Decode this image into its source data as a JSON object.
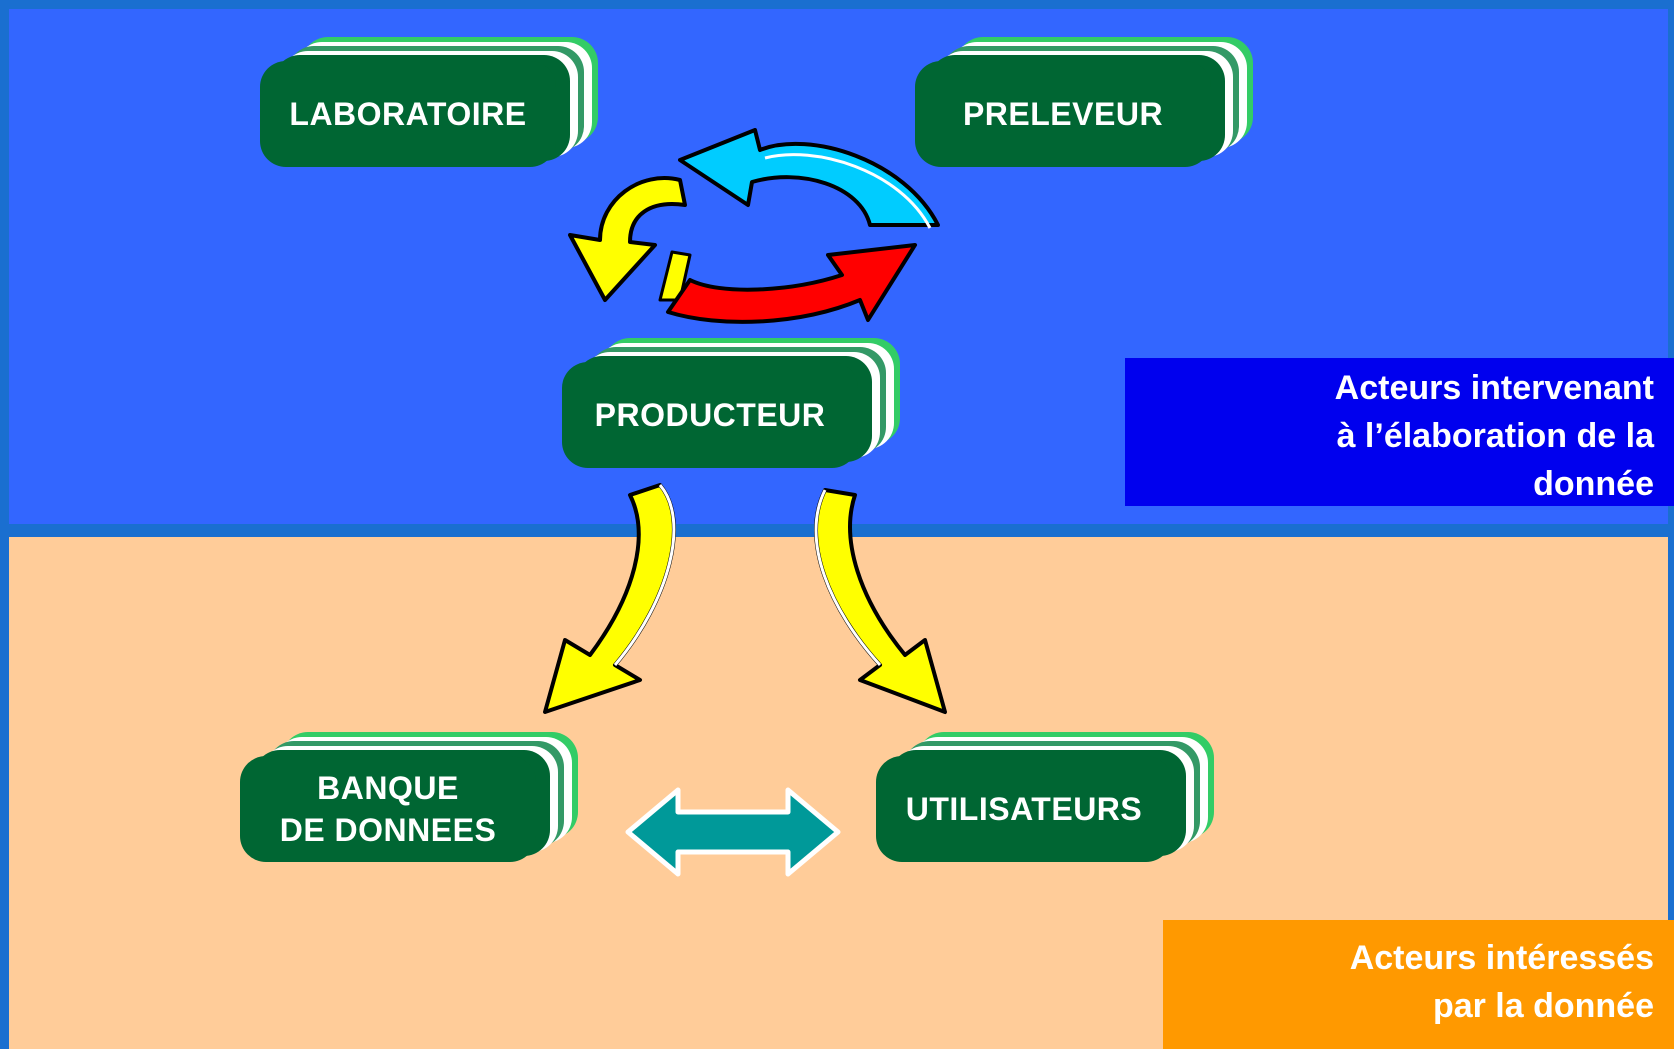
{
  "zones": {
    "top_color": "#3366ff",
    "bottom_color": "#ffcc99",
    "frame_color": "#1a6fd0"
  },
  "nodes": {
    "laboratoire": "LABORATOIRE",
    "preleveur": "PRELEVEUR",
    "producteur": "PRODUCTEUR",
    "banque_line1": "BANQUE",
    "banque_line2": "DE DONNEES",
    "utilisateurs": "UTILISATEURS"
  },
  "captions": {
    "top_line1": "Acteurs intervenant",
    "top_line2": "à l’élaboration de la",
    "top_line3": "donnée",
    "bottom_line1": "Acteurs intéressés",
    "bottom_line2": "par la donnée"
  },
  "colors": {
    "card": "#006633",
    "card_back1": "#339966",
    "card_back2": "#33cc66",
    "caption_top_bg": "#0000ee",
    "caption_bottom_bg": "#ff9900",
    "arrow_yellow": "#ffff00",
    "arrow_cyan": "#00ccff",
    "arrow_red": "#ff0000",
    "arrow_teal": "#009999"
  },
  "icons": {
    "cycle": "circular-arrows-icon",
    "down_left": "curved-arrow-down-left-icon",
    "down_right": "curved-arrow-down-right-icon",
    "double": "double-headed-arrow-icon"
  }
}
